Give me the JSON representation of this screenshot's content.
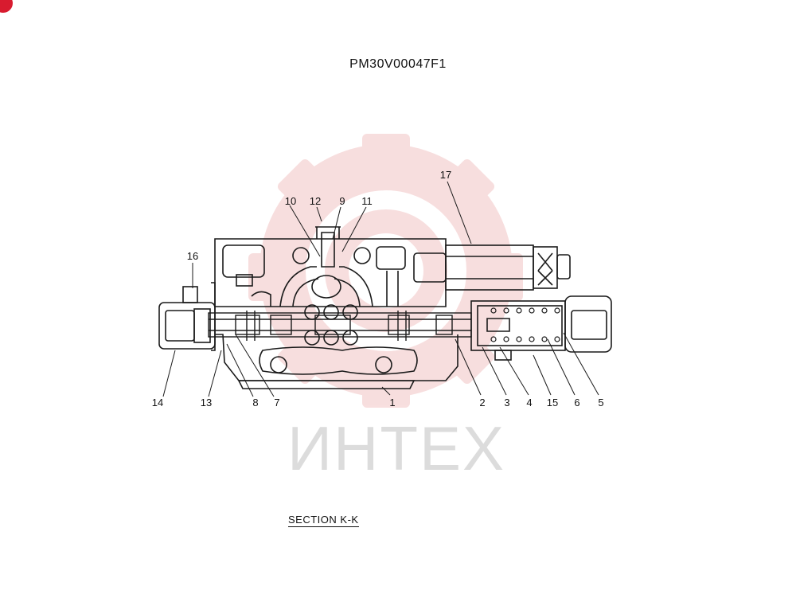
{
  "document": {
    "code": "PM30V00047F1",
    "section": "SECTION  K-K"
  },
  "watermark": {
    "text": "ИНТЕХ",
    "color": "#f2c4c4",
    "text_color": "#dcdcdc"
  },
  "colors": {
    "line": "#1a1a1a",
    "badge": "#d81b2f"
  },
  "callouts": [
    {
      "id": "c14",
      "label": "14"
    },
    {
      "id": "c13",
      "label": "13"
    },
    {
      "id": "c8",
      "label": "8"
    },
    {
      "id": "c7",
      "label": "7"
    },
    {
      "id": "c1",
      "label": "1"
    },
    {
      "id": "c2",
      "label": "2"
    },
    {
      "id": "c3",
      "label": "3"
    },
    {
      "id": "c4",
      "label": "4"
    },
    {
      "id": "c15",
      "label": "15"
    },
    {
      "id": "c6",
      "label": "6"
    },
    {
      "id": "c5",
      "label": "5"
    },
    {
      "id": "c16",
      "label": "16"
    },
    {
      "id": "c10",
      "label": "10"
    },
    {
      "id": "c12",
      "label": "12"
    },
    {
      "id": "c9",
      "label": "9"
    },
    {
      "id": "c11",
      "label": "11"
    },
    {
      "id": "c17",
      "label": "17"
    }
  ]
}
